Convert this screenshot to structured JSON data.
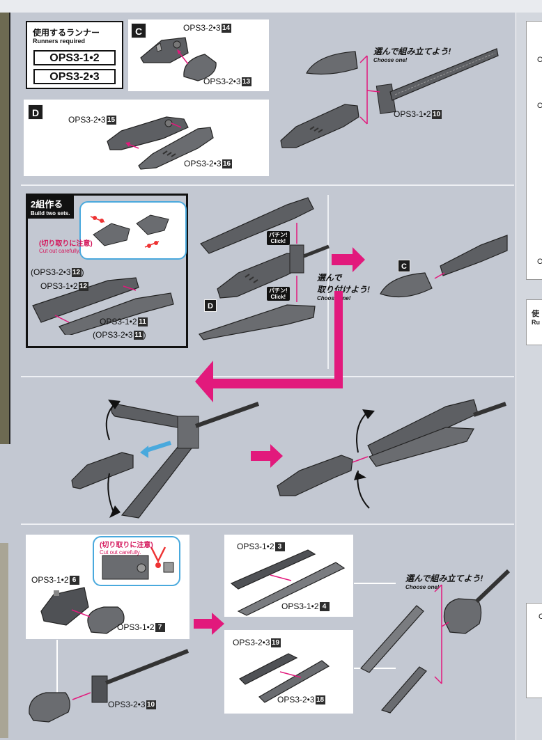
{
  "runners": {
    "title_jp": "使用するランナー",
    "title_en": "Runners required",
    "items": [
      "OPS3-1•2",
      "OPS3-2•3"
    ]
  },
  "step_c": {
    "badge": "C",
    "part_top": "OPS3-2•3",
    "part_top_num": "14",
    "part_bottom": "OPS3-2•3",
    "part_bottom_num": "13"
  },
  "step_d": {
    "badge": "D",
    "part_left": "OPS3-2•3",
    "part_left_num": "15",
    "part_bottom": "OPS3-2•3",
    "part_bottom_num": "16"
  },
  "choose_top": {
    "jp": "選んで組み立てよう!",
    "en": "Choose one!"
  },
  "frame_part": {
    "label": "OPS3-1•2",
    "num": "10"
  },
  "two_sets": {
    "head_jp": "2組作る",
    "head_en": "Build two sets.",
    "caution_jp": "(切り取りに注意)",
    "caution_en": "Cut out carefully.",
    "l1": "(OPS3-2•3",
    "l1_num": "12",
    "l1_close": ")",
    "l2": "OPS3-1•2",
    "l2_num": "12",
    "l3": "OPS3-1•2",
    "l3_num": "11",
    "l4": "(OPS3-2•3",
    "l4_num": "11",
    "l4_close": ")"
  },
  "click1": {
    "jp": "パチン!",
    "en": "Click!"
  },
  "click2": {
    "jp": "パチン!",
    "en": "Click!"
  },
  "mid_badge_d": "D",
  "mid_badge_c": "C",
  "choose_attach": {
    "jp1": "選んで",
    "jp2": "取り付けよう!",
    "en": "Choose one!"
  },
  "bottom_left": {
    "caution_jp": "(切り取りに注意)",
    "caution_en": "Cut out carefully.",
    "p6": "OPS3-1•2",
    "p6_num": "6",
    "p7": "OPS3-1•2",
    "p7_num": "7",
    "p10": "OPS3-2•3",
    "p10_num": "10"
  },
  "bottom_mid_top": {
    "p3": "OPS3-1•2",
    "p3_num": "3",
    "p4": "OPS3-1•2",
    "p4_num": "4"
  },
  "bottom_mid_bot": {
    "p19": "OPS3-2•3",
    "p19_num": "19",
    "p18": "OPS3-2•3",
    "p18_num": "18"
  },
  "choose_bottom": {
    "jp": "選んで組み立てよう!",
    "en": "Choose one!"
  },
  "right_col": {
    "o1": "O",
    "o2": "O",
    "o3": "O",
    "use": "使",
    "ru": "Ru",
    "o4": "O"
  },
  "colors": {
    "accent": "#e2197c",
    "bubble": "#49a9dd",
    "part": "#5d5f63",
    "background": "#c3c8d2"
  }
}
